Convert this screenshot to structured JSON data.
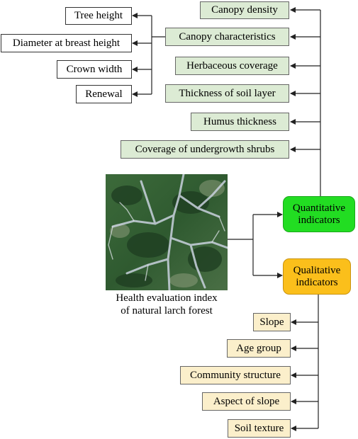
{
  "diagram": {
    "root": {
      "caption_line1": "Health evaluation index",
      "caption_line2": "of natural larch forest"
    },
    "quantitative": {
      "label": "Quantitative indicators",
      "color": "#22dd22",
      "items": [
        "Canopy density",
        "Canopy characteristics",
        "Herbaceous coverage",
        "Thickness of soil layer",
        "Humus thickness",
        "Coverage of undergrowth shrubs"
      ],
      "item_color": "#dcebd4"
    },
    "canopy_characteristics": {
      "items": [
        "Tree height",
        "Diameter at breast height",
        "Crown width",
        "Renewal"
      ]
    },
    "qualitative": {
      "label": "Qualitative indicators",
      "color": "#fbbf1b",
      "items": [
        "Slope",
        "Age group",
        "Community structure",
        "Aspect of slope",
        "Soil texture"
      ],
      "item_color": "#fbefcb"
    }
  }
}
